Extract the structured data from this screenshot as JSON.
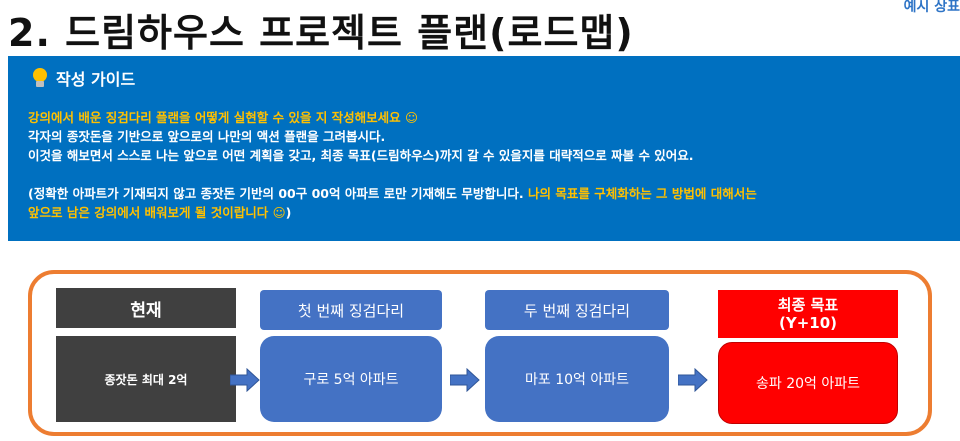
{
  "header": {
    "title": "2. 드림하우스 프로젝트 플랜(로드맵)",
    "corner_label": "예시 상표"
  },
  "guide": {
    "heading": "작성 가이드",
    "line1": "강의에서 배운 징검다리 플랜을 어떻게 실현할 수 있을 지 작성해보세요 ☺",
    "line2": "각자의 종잣돈을 기반으로 앞으로의 나만의 액션 플랜을 그려봅시다.",
    "line3": "이것을 해보면서 스스로 나는 앞으로 어떤 계획을 갖고, 최종 목표(드림하우스)까지 갈 수 있을지를 대략적으로 짜볼 수 있어요.",
    "line4_white": "(정확한 아파트가 기재되지 않고 종잣돈 기반의 00구 00억 아파트 로만 기재해도 무방합니다. ",
    "line4_yellow": "나의 목표를 구체화하는 그 방법에 대해서는",
    "line5_yellow": "앞으로 남은 강의에서 배워보게 될 것이랍니다 ☺",
    "line5_white": ")"
  },
  "roadmap": {
    "current_label": "현재",
    "current_value": "종잣돈 최대 2억",
    "step1_label": "첫 번째 징검다리",
    "step1_value": "구로 5억 아파트",
    "step2_label": "두 번째 징검다리",
    "step2_value": "마포 10억 아파트",
    "final_label": "최종 목표",
    "final_sub": "(Y+10)",
    "final_value": "송파 20억 아파트"
  },
  "colors": {
    "guide_bg": "#0070c0",
    "highlight": "#ffc000",
    "frame": "#ed7d31",
    "current": "#404040",
    "step": "#4472c4",
    "final": "#ff0000"
  },
  "icons": [
    "lightbulb-icon",
    "arrow-right-icon"
  ]
}
